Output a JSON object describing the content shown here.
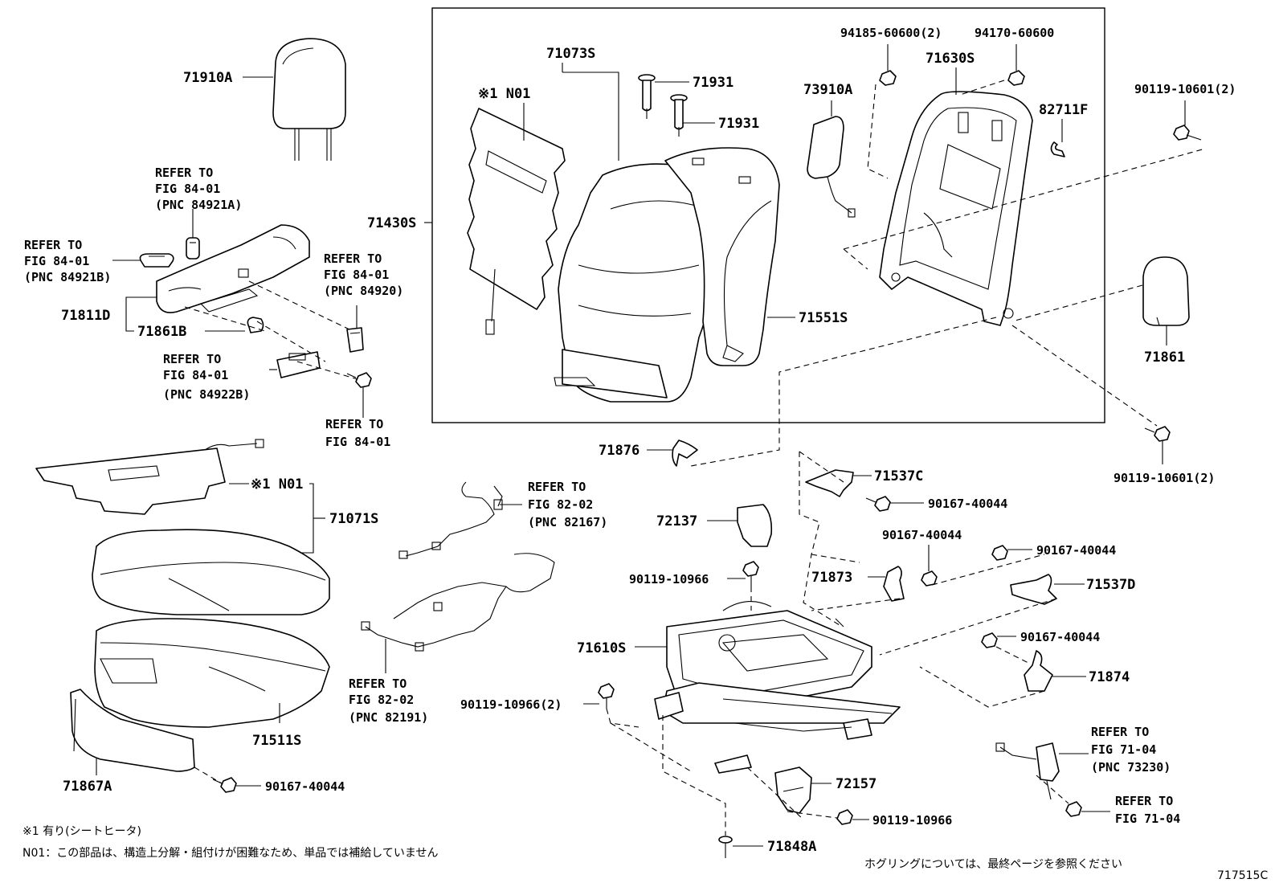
{
  "parts": {
    "p71910A": "71910A",
    "p71073S": "71073S",
    "n01_top": "※1 N01",
    "p71931a": "71931",
    "p71931b": "71931",
    "p71430S": "71430S",
    "p71551S": "71551S",
    "p73910A": "73910A",
    "p94185": "94185-60600(2)",
    "p94170": "94170-60600",
    "p71630S": "71630S",
    "p82711F": "82711F",
    "p90119_10601_top": "90119-10601(2)",
    "p71861": "71861",
    "p90119_10601_bot": "90119-10601(2)",
    "p71811D": "71811D",
    "p71861B": "71861B",
    "p71876": "71876",
    "p71537C": "71537C",
    "p90167_c": "90167-40044",
    "p72137": "72137",
    "p90167_mid": "90167-40044",
    "p90167_right": "90167-40044",
    "p90119_10966_a": "90119-10966",
    "p71873": "71873",
    "p71537D": "71537D",
    "p71610S": "71610S",
    "p90167_874": "90167-40044",
    "p71874": "71874",
    "p90119_10966_2": "90119-10966(2)",
    "n01_bottom": "※1 N01",
    "p71071S": "71071S",
    "p71511S": "71511S",
    "p71867A": "71867A",
    "p90167_bottom": "90167-40044",
    "p72157": "72157",
    "p90119_10966_b": "90119-10966",
    "p71848A": "71848A"
  },
  "refs": {
    "r84921A": [
      "REFER TO",
      "FIG 84-01",
      "(PNC 84921A)"
    ],
    "r84921B": [
      "REFER TO",
      "FIG 84-01",
      "(PNC 84921B)"
    ],
    "r84920": [
      "REFER TO",
      "FIG 84-01",
      "(PNC 84920)"
    ],
    "r84922B": [
      "REFER TO",
      "FIG 84-01",
      "(PNC 84922B)"
    ],
    "r8401": [
      "REFER TO",
      "FIG 84-01"
    ],
    "r82167": [
      "REFER TO",
      "FIG 82-02",
      "(PNC 82167)"
    ],
    "r82191": [
      "REFER TO",
      "FIG 82-02",
      "(PNC 82191)"
    ],
    "r73230": [
      "REFER TO",
      "FIG 71-04",
      "(PNC 73230)"
    ],
    "r7104": [
      "REFER TO",
      "FIG 71-04"
    ]
  },
  "footnotes": {
    "note1": "※1 有り(シートヒータ)",
    "note2": "N01：この部品は、構造上分解・組付けが困難なため、単品では補給していません",
    "hog": "ホグリングについては、最終ページを参照ください",
    "figcode": "717515C"
  }
}
